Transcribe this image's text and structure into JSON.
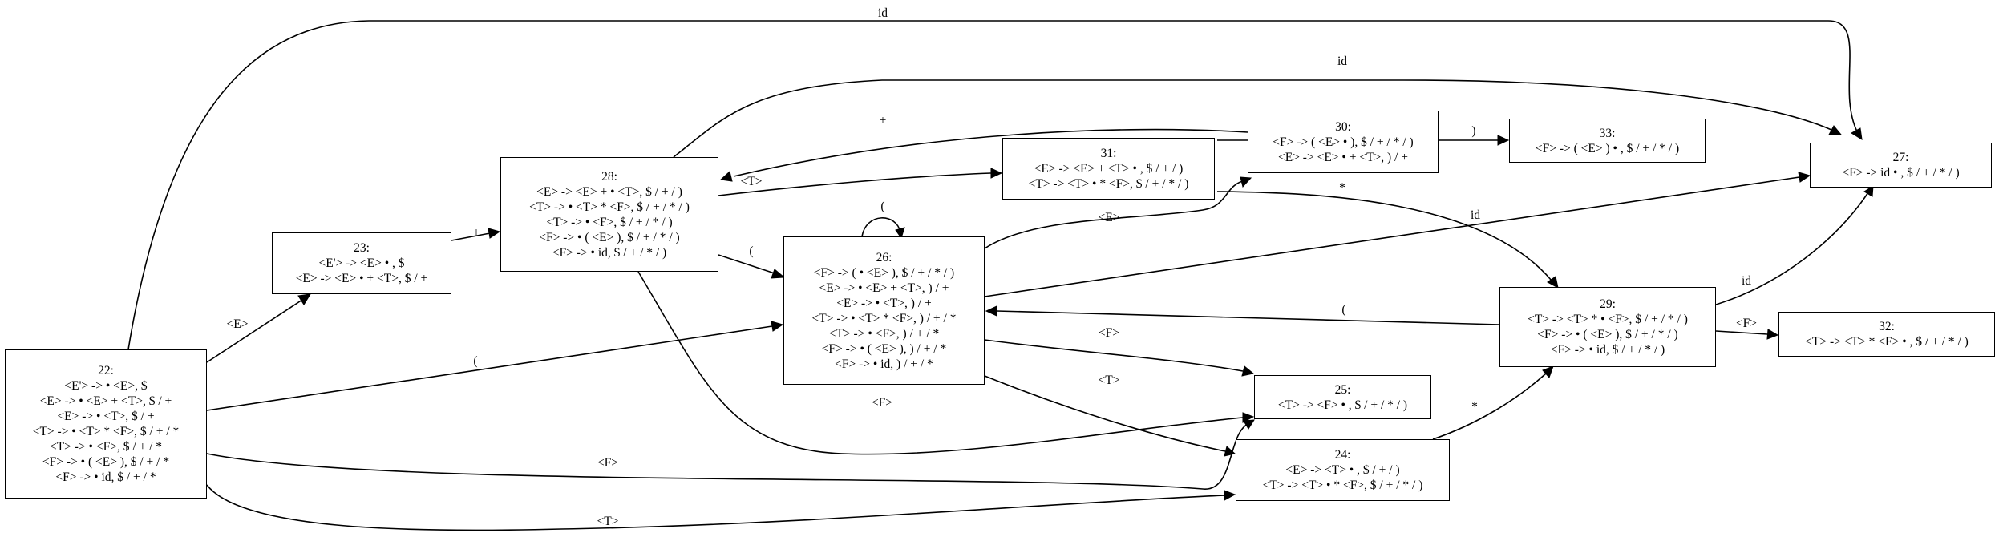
{
  "nodes": {
    "n22": {
      "lines": [
        "22:",
        "<E'> ->  • <E>, $",
        "<E> ->  • <E> + <T>, $ / +",
        "<E> ->  • <T>, $ / +",
        "<T> ->  • <T> * <F>, $ / + / *",
        "<T> ->  • <F>, $ / + / *",
        "<F> ->  • ( <E> ), $ / + / *",
        "<F> ->  • id, $ / + / *"
      ]
    },
    "n23": {
      "lines": [
        "23:",
        "<E'> -> <E> • , $",
        "<E> -> <E> • + <T>, $ / +"
      ]
    },
    "n28": {
      "lines": [
        "28:",
        "<E> -> <E> + • <T>, $ / + / )",
        "<T> ->  • <T> * <F>, $ / + / * / )",
        "<T> ->  • <F>, $ / + / * / )",
        "<F> ->  • ( <E> ), $ / + / * / )",
        "<F> ->  • id, $ / + / * / )"
      ]
    },
    "n26": {
      "lines": [
        "26:",
        "<F> -> ( • <E> ), $ / + / * / )",
        "<E> ->  • <E> + <T>, ) / +",
        "<E> ->  • <T>, ) / +",
        "<T> ->  • <T> * <F>, ) / + / *",
        "<T> ->  • <F>, ) / + / *",
        "<F> ->  • ( <E> ), ) / + / *",
        "<F> ->  • id, ) / + / *"
      ]
    },
    "n31": {
      "lines": [
        "31:",
        "<E> -> <E> + <T> • , $ / + / )",
        "<T> -> <T> • * <F>, $ / + / * / )"
      ]
    },
    "n30": {
      "lines": [
        "30:",
        "<F> -> ( <E> • ), $ / + / * / )",
        "<E> -> <E> • + <T>, ) / +"
      ]
    },
    "n33": {
      "lines": [
        "33:",
        "<F> -> ( <E> ) • , $ / + / * / )"
      ]
    },
    "n27": {
      "lines": [
        "27:",
        "<F> -> id • , $ / + / * / )"
      ]
    },
    "n29": {
      "lines": [
        "29:",
        "<T> -> <T> * • <F>, $ / + / * / )",
        "<F> ->  • ( <E> ), $ / + / * / )",
        "<F> ->  • id, $ / + / * / )"
      ]
    },
    "n32": {
      "lines": [
        "32:",
        "<T> -> <T> * <F> • , $ / + / * / )"
      ]
    },
    "n25": {
      "lines": [
        "25:",
        "<T> -> <F> • , $ / + / * / )"
      ]
    },
    "n24": {
      "lines": [
        "24:",
        "<E> -> <T> • , $ / + / )",
        "<T> -> <T> • * <F>, $ / + / * / )"
      ]
    }
  },
  "edges": {
    "e22_23": "<E>",
    "e22_26": "(",
    "e22_25": "<F>",
    "e22_24": "<T>",
    "e22_27": "id",
    "e23_28": "+",
    "e28_31": "<T>",
    "e28_26": "(",
    "e28_27": "id",
    "e28_25": "<F>",
    "e26_26": "(",
    "e26_30": "<E>",
    "e26_27": "id",
    "e26_25": "<F>",
    "e26_24": "<T>",
    "e30_33": ")",
    "e30_28": "+",
    "e31_29": "*",
    "e29_26": "(",
    "e29_27": "id",
    "e29_32": "<F>",
    "e24_29": "*"
  }
}
